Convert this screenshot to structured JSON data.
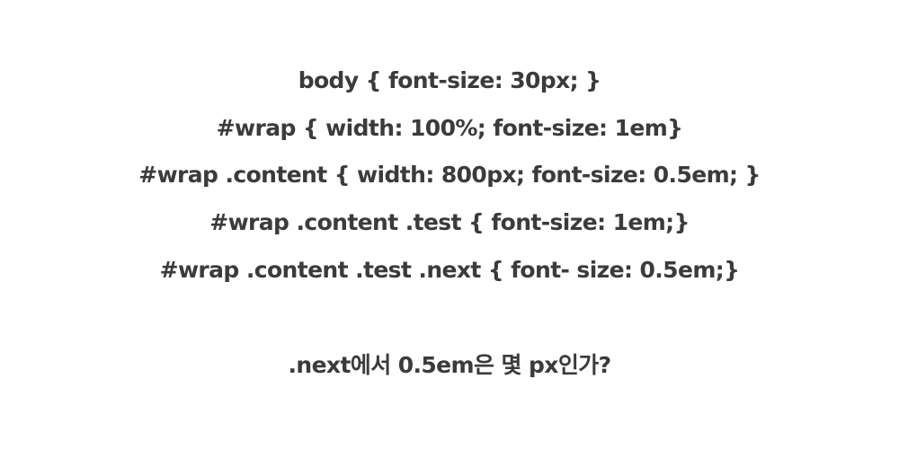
{
  "code_lines": [
    "body { font-size: 30px; }",
    "#wrap { width: 100%;  font-size: 1em}",
    "#wrap .content { width: 800px; font-size: 0.5em; }",
    "#wrap .content .test { font-size: 1em;}",
    "#wrap .content .test .next { font- size: 0.5em;}"
  ],
  "question": ".next에서 0.5em은 몇 px인가?"
}
